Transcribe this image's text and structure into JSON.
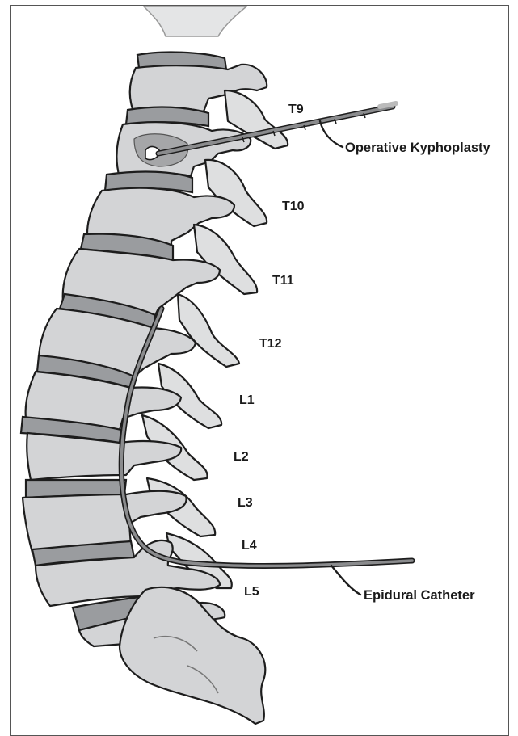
{
  "levels": [
    "T9",
    "T10",
    "T11",
    "T12",
    "L1",
    "L2",
    "L3",
    "L4",
    "L5"
  ],
  "callouts": {
    "kyphoplasty": "Operative Kyphoplasty",
    "epidural": "Epidural Catheter"
  },
  "colors": {
    "bone": "#d3d4d6",
    "disc": "#9a9c9f",
    "outline": "#1d1d1d",
    "cement": "#a5a6a8"
  }
}
